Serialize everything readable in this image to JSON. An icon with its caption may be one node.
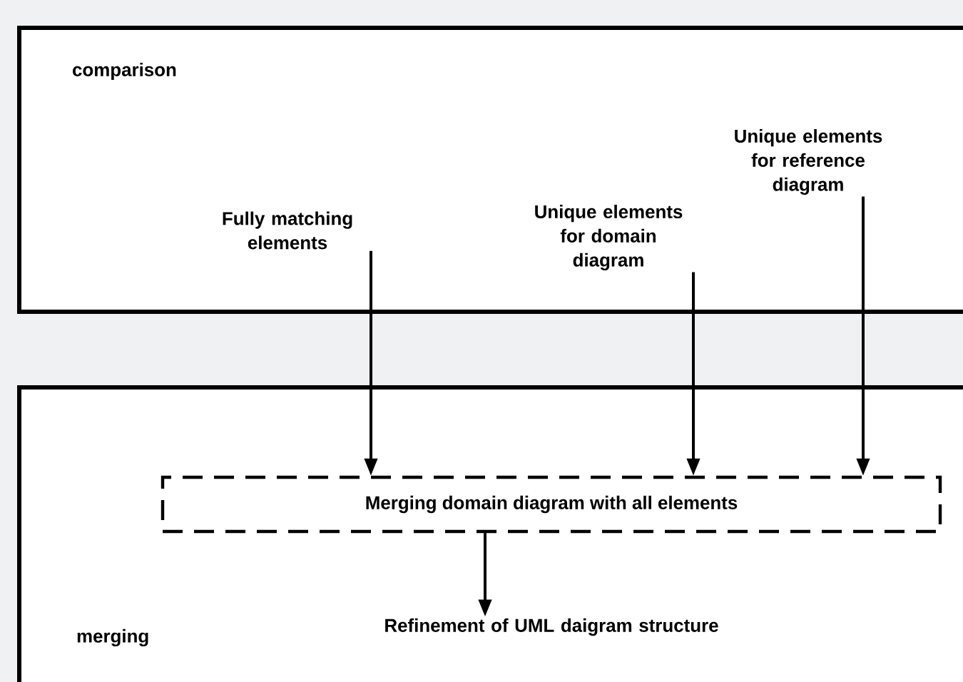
{
  "diagram": {
    "nodes": [
      {
        "text": [
          "comparison"
        ]
      },
      {
        "text": [
          "Fully matching elements"
        ],
        "in": 0
      },
      {
        "text": [
          "Unique elements for domain diagram"
        ],
        "in": 0
      },
      {
        "text": [
          "Unique elements for reference diagram"
        ],
        "in": 0
      },
      {
        "text": [
          "merging"
        ]
      },
      {
        "text": [
          "Merging domain diagram with all elements"
        ],
        "in": 4
      },
      {
        "text": [
          "Refinement of UML daigram structure"
        ],
        "in": 4
      }
    ],
    "edges": [
      {
        "from": 1,
        "to": 5,
        "arrow": "to"
      },
      {
        "from": 2,
        "to": 5,
        "arrow": "to"
      },
      {
        "from": 3,
        "to": 5,
        "arrow": "to"
      },
      {
        "from": 5,
        "to": 6,
        "arrow": "to"
      }
    ]
  }
}
